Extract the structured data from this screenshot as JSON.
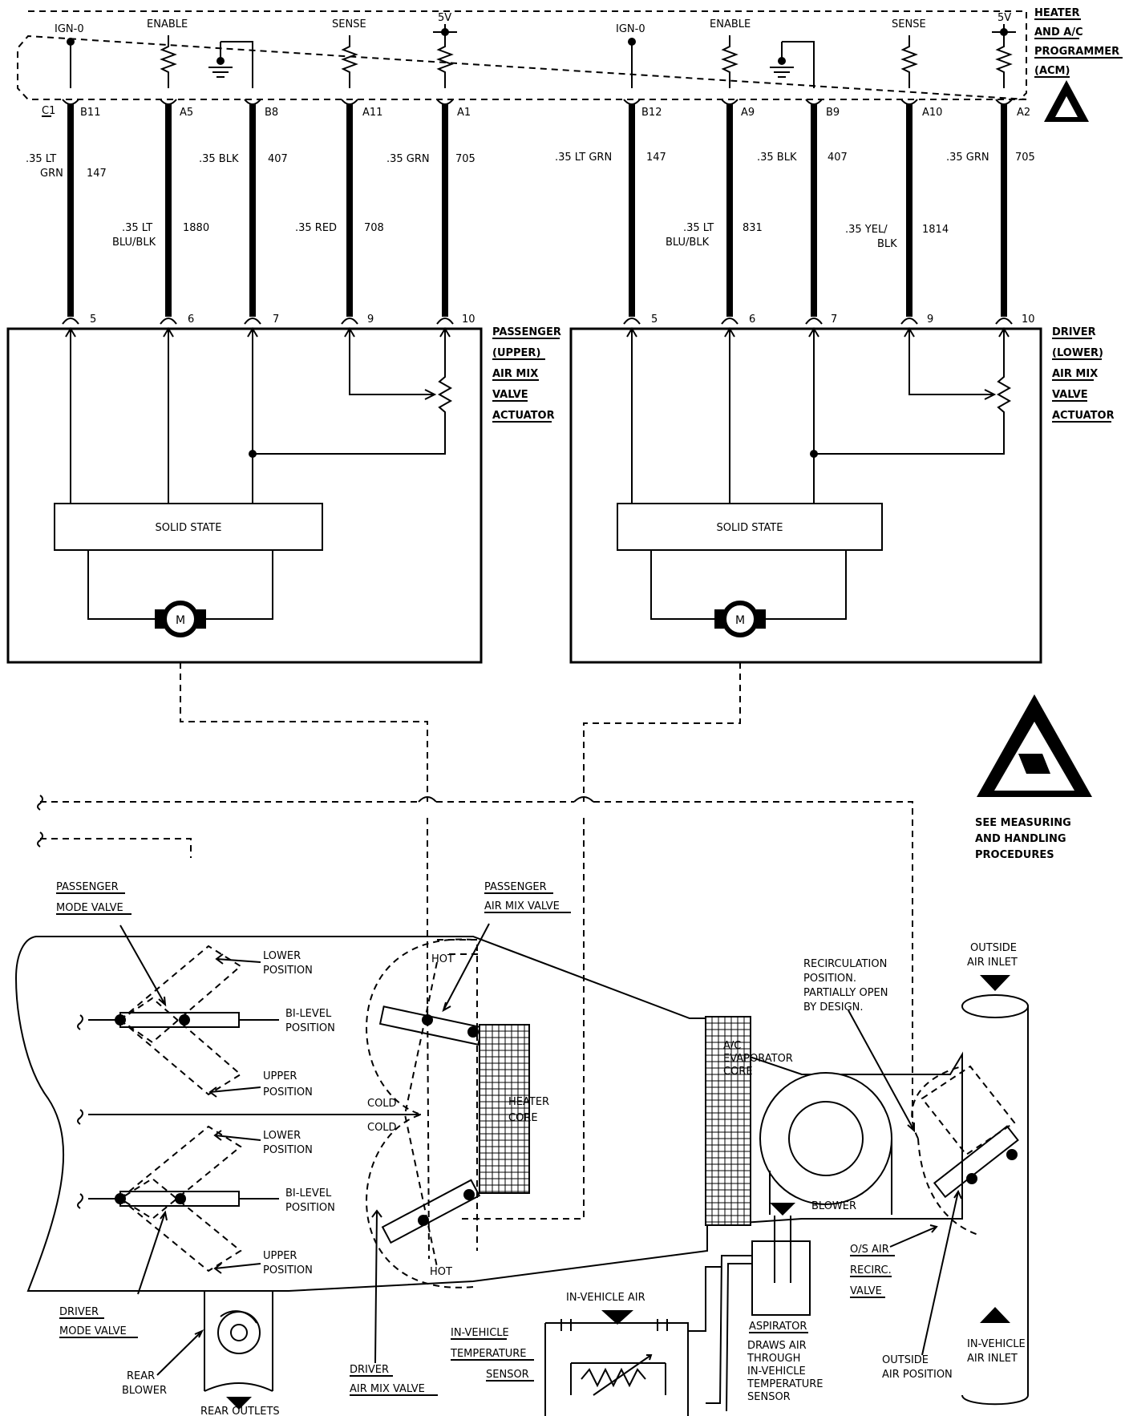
{
  "module": {
    "title_lines": [
      "HEATER",
      "AND A/C",
      "PROGRAMMER",
      "(ACM)"
    ]
  },
  "connector": {
    "label": "C1"
  },
  "terms": {
    "ign": "IGN-0",
    "enable": "ENABLE",
    "sense": "SENSE",
    "vref": "5V"
  },
  "pins_left": [
    "B11",
    "A5",
    "B8",
    "A11",
    "A1"
  ],
  "pins_right": [
    "B12",
    "A9",
    "B9",
    "A10",
    "A2"
  ],
  "act_pins": [
    "5",
    "6",
    "7",
    "9",
    "10"
  ],
  "wires_left": {
    "w1_color_a": ".35 LT",
    "w1_color_b": "GRN",
    "w1_num": "147",
    "w2_color_a": ".35 LT",
    "w2_color_b": "BLU/BLK",
    "w2_num": "1880",
    "w3_color": ".35 BLK",
    "w3_num": "407",
    "w4_color": ".35 RED",
    "w4_num": "708",
    "w5_color": ".35 GRN",
    "w5_num": "705"
  },
  "wires_right": {
    "w1_color": ".35 LT GRN",
    "w1_num": "147",
    "w2_color_a": ".35 LT",
    "w2_color_b": "BLU/BLK",
    "w2_num": "831",
    "w3_color": ".35 BLK",
    "w3_num": "407",
    "w4_color_a": ".35 YEL/",
    "w4_color_b": "BLK",
    "w4_num": "1814",
    "w5_color": ".35 GRN",
    "w5_num": "705"
  },
  "actuators": {
    "passenger_lines": [
      "PASSENGER",
      "(UPPER)",
      "AIR MIX",
      "VALVE",
      "ACTUATOR"
    ],
    "driver_lines": [
      "DRIVER",
      "(LOWER)",
      "AIR MIX",
      "VALVE",
      "ACTUATOR"
    ],
    "solid_state": "SOLID STATE",
    "motor": "M"
  },
  "esd": {
    "lines": [
      "SEE MEASURING",
      "AND HANDLING",
      "PROCEDURES"
    ]
  },
  "hvac": {
    "passenger_mode_valve": [
      "PASSENGER",
      "MODE VALVE"
    ],
    "passenger_air_mix_valve": [
      "PASSENGER",
      "AIR MIX VALVE"
    ],
    "lower_position": [
      "LOWER",
      "POSITION"
    ],
    "bi_level_position": [
      "BI-LEVEL",
      "POSITION"
    ],
    "upper_position": [
      "UPPER",
      "POSITION"
    ],
    "cold": "COLD",
    "hot": "HOT",
    "heater_core": [
      "HEATER",
      "CORE"
    ],
    "evaporator": [
      "A/C",
      "EVAPORATOR",
      "CORE"
    ],
    "blower": "BLOWER",
    "recirc_note": [
      "RECIRCULATION",
      "POSITION.",
      "PARTIALLY OPEN",
      "BY DESIGN."
    ],
    "outside_air_inlet": [
      "OUTSIDE",
      "AIR INLET"
    ],
    "os_air_recirc_valve": [
      "O/S AIR",
      "RECIRC.",
      "VALVE"
    ],
    "outside_air_position": [
      "OUTSIDE",
      "AIR POSITION"
    ],
    "in_vehicle_air_inlet": [
      "IN-VEHICLE",
      "AIR INLET"
    ],
    "driver_mode_valve": [
      "DRIVER",
      "MODE VALVE"
    ],
    "rear_blower": [
      "REAR",
      "BLOWER"
    ],
    "rear_outlets": "REAR OUTLETS",
    "driver_air_mix_valve": [
      "DRIVER",
      "AIR MIX VALVE"
    ],
    "in_vehicle_air": "IN-VEHICLE AIR",
    "in_vehicle_temp_sensor": [
      "IN-VEHICLE",
      "TEMPERATURE",
      "SENSOR"
    ],
    "aspirator": "ASPIRATOR",
    "aspirator_note": [
      "DRAWS AIR",
      "THROUGH",
      "IN-VEHICLE",
      "TEMPERATURE",
      "SENSOR"
    ]
  }
}
